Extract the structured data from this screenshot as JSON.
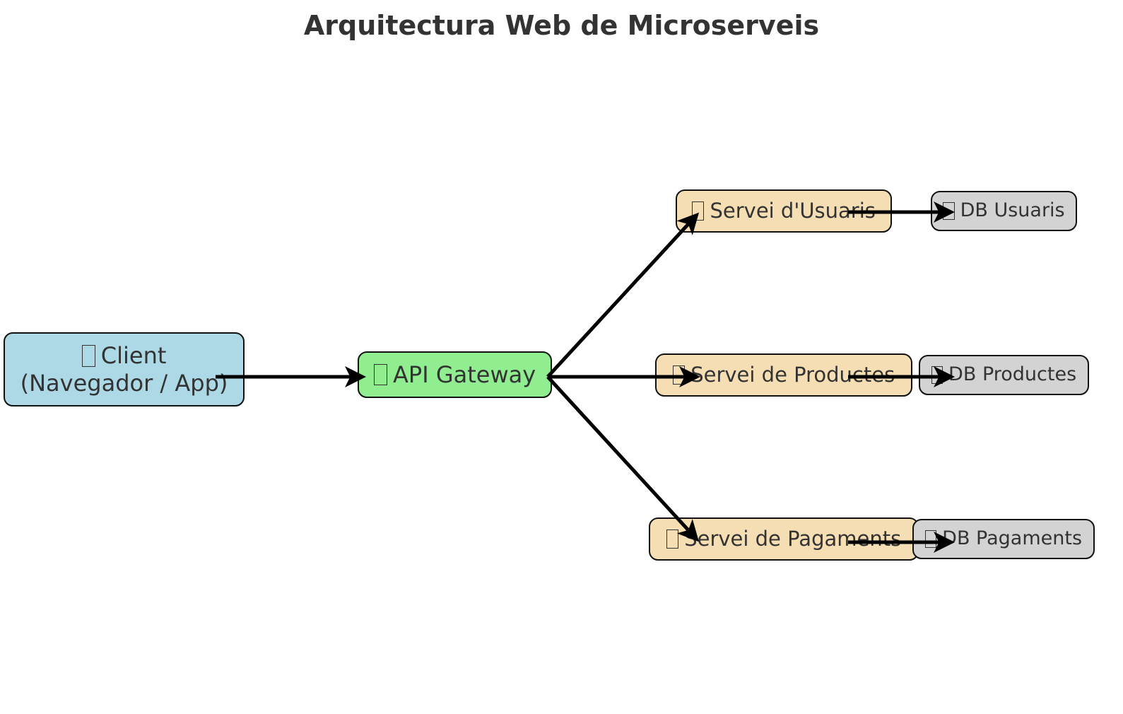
{
  "title": "Arquitectura Web de Microserveis",
  "nodes": {
    "client": {
      "line1": "Client",
      "line2": "(Navegador / App)",
      "color": "#add8e6",
      "icon": "missing-glyph-icon"
    },
    "gateway": {
      "label": "API Gateway",
      "color": "#90ee90",
      "icon": "missing-glyph-icon"
    },
    "svc_users": {
      "label": "Servei d'Usuaris",
      "color": "#f5deb3",
      "icon": "missing-glyph-icon"
    },
    "svc_products": {
      "label": "Servei de Productes",
      "color": "#f5deb3",
      "icon": "missing-glyph-icon"
    },
    "svc_payments": {
      "label": "Servei de Pagaments",
      "color": "#f5deb3",
      "icon": "missing-glyph-icon"
    },
    "db_users": {
      "label": "DB Usuaris",
      "color": "#d3d3d3",
      "icon": "missing-glyph-icon"
    },
    "db_products": {
      "label": "DB Productes",
      "color": "#d3d3d3",
      "icon": "missing-glyph-icon"
    },
    "db_payments": {
      "label": "DB Pagaments",
      "color": "#d3d3d3",
      "icon": "missing-glyph-icon"
    }
  },
  "edges": [
    {
      "from": "client",
      "to": "gateway"
    },
    {
      "from": "gateway",
      "to": "svc_users"
    },
    {
      "from": "gateway",
      "to": "svc_products"
    },
    {
      "from": "gateway",
      "to": "svc_payments"
    },
    {
      "from": "svc_users",
      "to": "db_users"
    },
    {
      "from": "svc_products",
      "to": "db_products"
    },
    {
      "from": "svc_payments",
      "to": "db_payments"
    }
  ],
  "colors": {
    "edge": "#000000",
    "border": "#111111",
    "text": "#333333"
  }
}
